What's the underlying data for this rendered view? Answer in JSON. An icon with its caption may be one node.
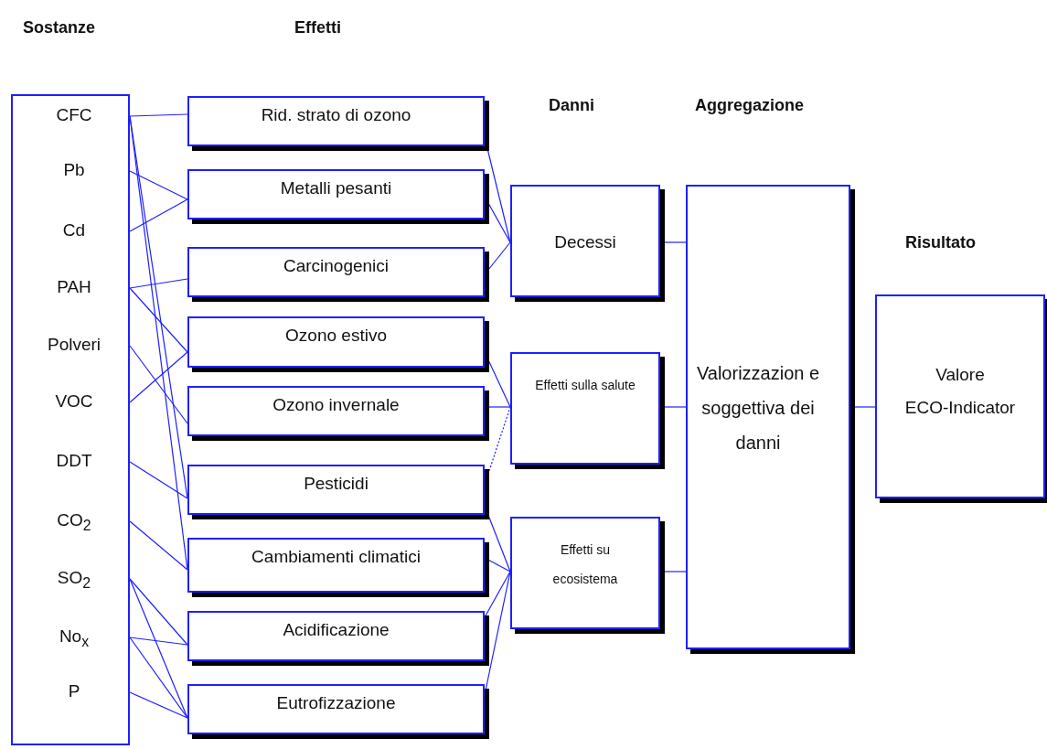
{
  "diagram": {
    "nodes": [
      {
        "text": [],
        "shape": "box"
      },
      {
        "text": [
          "CFC"
        ],
        "in": 0
      },
      {
        "text": [
          "Pb"
        ],
        "in": 0
      },
      {
        "text": [
          "Cd"
        ],
        "in": 0
      },
      {
        "text": [
          "PAH"
        ],
        "in": 0
      },
      {
        "text": [
          "Polveri"
        ],
        "in": 0
      },
      {
        "text": [
          "VOC"
        ],
        "in": 0
      },
      {
        "text": [
          "DDT"
        ],
        "in": 0
      },
      {
        "text": [
          "CO$_{2}$"
        ],
        "in": 0
      },
      {
        "text": [
          "SO$_{2}$"
        ],
        "in": 0
      },
      {
        "text": [
          "No$_{x}$"
        ],
        "in": 0
      },
      {
        "text": [
          "P"
        ],
        "in": 0
      },
      {
        "text": [
          "Rid. strato di ozono"
        ]
      },
      {
        "text": [
          "Metalli pesanti"
        ]
      },
      {
        "text": [
          "Carcinogenici"
        ]
      },
      {
        "text": [
          "Ozono estivo"
        ]
      },
      {
        "text": [
          "Ozono invernale"
        ]
      },
      {
        "text": [
          "Pesticidi"
        ]
      },
      {
        "text": [
          "Cambiamenti climatici"
        ]
      },
      {
        "text": [
          "Acidificazione"
        ]
      },
      {
        "text": [
          "Eutrofizzazione"
        ]
      },
      {
        "text": [
          "Decessi"
        ]
      },
      {
        "text": [
          "Effetti sulla salute"
        ]
      },
      {
        "text": [
          "Effetti su ecosistema"
        ]
      },
      {
        "text": [
          "Valorizzazion e soggettiva dei danni"
        ]
      },
      {
        "text": [
          "Valore ECO-Indicator"
        ]
      }
    ],
    "edges": [
      {
        "from": 1,
        "to": 12,
        "arrow": "none"
      },
      {
        "from": 1,
        "to": 17,
        "arrow": "none"
      },
      {
        "from": 1,
        "to": 18,
        "arrow": "none"
      },
      {
        "from": 2,
        "to": 13,
        "arrow": "none"
      },
      {
        "from": 3,
        "to": 13,
        "arrow": "none"
      },
      {
        "from": 4,
        "to": 14,
        "arrow": "none"
      },
      {
        "from": 4,
        "to": 15,
        "arrow": "none"
      },
      {
        "from": 5,
        "to": 16,
        "arrow": "none"
      },
      {
        "from": 6,
        "to": 15,
        "arrow": "none"
      },
      {
        "from": 7,
        "to": 17,
        "arrow": "none"
      },
      {
        "from": 8,
        "to": 18,
        "arrow": "none"
      },
      {
        "from": 9,
        "to": 19,
        "arrow": "none"
      },
      {
        "from": 9,
        "to": 20,
        "arrow": "none"
      },
      {
        "from": 10,
        "to": 19,
        "arrow": "none"
      },
      {
        "from": 10,
        "to": 20,
        "arrow": "none"
      },
      {
        "from": 11,
        "to": 20,
        "arrow": "none"
      },
      {
        "from": 12,
        "to": 21,
        "arrow": "none"
      },
      {
        "from": 13,
        "to": 21,
        "arrow": "none"
      },
      {
        "from": 14,
        "to": 21,
        "arrow": "none"
      },
      {
        "from": 15,
        "to": 22,
        "arrow": "none"
      },
      {
        "from": 16,
        "to": 22,
        "arrow": "none"
      },
      {
        "from": 17,
        "to": 22,
        "arrow": "none",
        "style": "dashed"
      },
      {
        "from": 17,
        "to": 23,
        "arrow": "none"
      },
      {
        "from": 18,
        "to": 23,
        "arrow": "none"
      },
      {
        "from": 19,
        "to": 23,
        "arrow": "none"
      },
      {
        "from": 20,
        "to": 23,
        "arrow": "none"
      },
      {
        "from": 21,
        "to": 24,
        "arrow": "none"
      },
      {
        "from": 22,
        "to": 24,
        "arrow": "none"
      },
      {
        "from": 23,
        "to": 24,
        "arrow": "none"
      },
      {
        "from": 24,
        "to": 25,
        "arrow": "none"
      }
    ],
    "labels": [
      "Sostanze",
      "Effetti",
      "Danni",
      "Aggregazione",
      "Risultato"
    ]
  }
}
